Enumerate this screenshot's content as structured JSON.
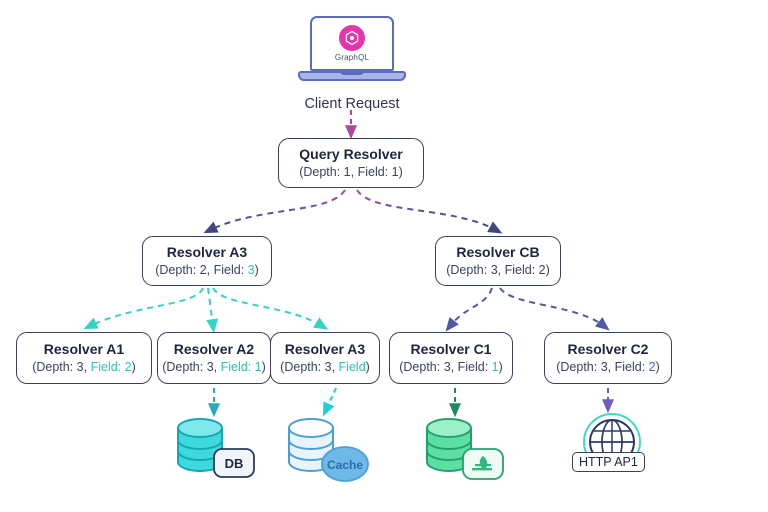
{
  "diagram": {
    "title": "GraphQL Resolver Depth and Field Complexity Tree",
    "background": "#ffffff"
  },
  "client": {
    "icon": "laptop-graphql-icon",
    "logo_text": "GraphQL",
    "label": "Client Request",
    "logo_color": "#e535ab",
    "laptop_color": "#5b6bc0"
  },
  "nodes": [
    {
      "id": "query",
      "name": "query-resolver",
      "title": "Query Resolver",
      "sub_prefix": "(Depth: 1, ",
      "sub_field": "Field: 1",
      "sub_suffix": ")",
      "field_color": "#3b4260"
    },
    {
      "id": "a",
      "name": "resolver-a",
      "title": "Resolver A3",
      "sub_prefix": "(Depth: 2, Field: ",
      "sub_field": "3",
      "sub_suffix": ")",
      "field_color": "#27c6b7"
    },
    {
      "id": "c",
      "name": "resolver-c",
      "title": "Resolver CB",
      "sub_prefix": "(Depth: 3, Field: 2",
      "sub_field": "",
      "sub_suffix": ")",
      "field_color": "#3b4260"
    },
    {
      "id": "a1",
      "name": "resolver-a1",
      "title": "Resolver A1",
      "sub_prefix": "(Depth: 3, ",
      "sub_field": "Field: 2",
      "sub_suffix": ")",
      "field_color": "#27c6b7"
    },
    {
      "id": "a2",
      "name": "resolver-a2",
      "title": "Resolver A2",
      "sub_prefix": "(Depth: 3, ",
      "sub_field": "Field: 1",
      "sub_suffix": ")",
      "field_color": "#27c6b7"
    },
    {
      "id": "a3",
      "name": "resolver-a3",
      "title": "Resolver A3",
      "sub_prefix": "(Depth: 3, ",
      "sub_field": "Field",
      "sub_suffix": ")",
      "field_color": "#27c6b7"
    },
    {
      "id": "c1",
      "name": "resolver-c1",
      "title": "Resolver C1",
      "sub_prefix": "(Depth: 3, Field: ",
      "sub_field": "1",
      "sub_suffix": ")",
      "field_color": "#27c6b7"
    },
    {
      "id": "c2",
      "name": "resolver-c2",
      "title": "Resolver C2",
      "sub_prefix": "(Depth: 3, Field: ",
      "sub_field": "2",
      "sub_suffix": ")",
      "field_color": "#4f5fb0"
    }
  ],
  "datastores": [
    {
      "id": "db",
      "name": "database-db-icon",
      "badge": "DB",
      "color": "#1ec8d0",
      "arrow_color": "#2aa8c4"
    },
    {
      "id": "cache",
      "name": "database-cache-icon",
      "badge": "Cache",
      "color": "#6fb9e8",
      "arrow_color": "#19d3d3"
    },
    {
      "id": "mongo",
      "name": "database-mongo-icon",
      "badge": "",
      "color": "#4ad699",
      "arrow_color": "#1f8a5e"
    },
    {
      "id": "http",
      "name": "http-api-globe-icon",
      "badge": "HTTP AP1",
      "color": "#2b3a6b",
      "arrow_color": "#6b5ec0"
    }
  ],
  "edges": {
    "client_to_query_color": "#b0489a",
    "query_to_level2_color": "#4a4f8c",
    "a_branch_color": "#35d3c6",
    "c_branch_color": "#4f5aa0"
  }
}
